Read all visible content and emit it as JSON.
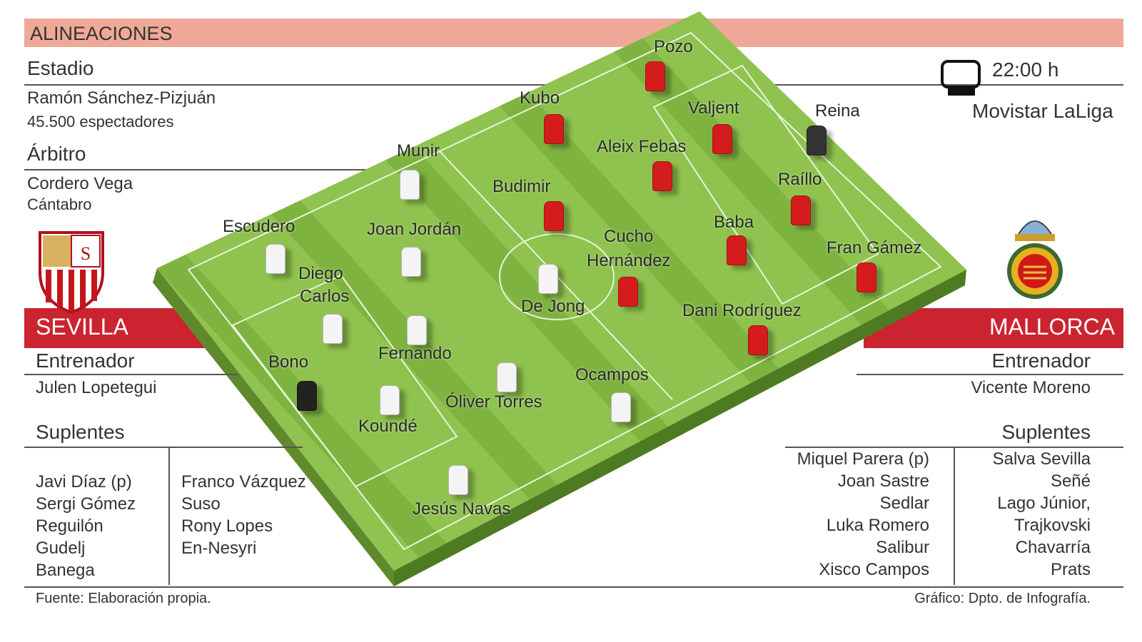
{
  "title": "ALINEACIONES",
  "estadio": {
    "label": "Estadio",
    "name": "Ramón Sánchez-Pizjuán",
    "capacity": "45.500 espectadores"
  },
  "arbitro": {
    "label": "Árbitro",
    "name": "Cordero Vega",
    "region": "Cántabro"
  },
  "broadcast": {
    "time": "22:00 h",
    "channel": "Movistar LaLiga",
    "icon": "tv-icon"
  },
  "home": {
    "name": "SEVILLA",
    "coach_label": "Entrenador",
    "coach": "Julen Lopetegui",
    "subs_label": "Suplentes",
    "subs_col1": [
      "Javi Díaz (p)",
      "Sergi Gómez",
      "Reguilón",
      "Gudelj",
      "Banega"
    ],
    "subs_col2": [
      "Franco Vázquez",
      "Suso",
      "Rony Lopes",
      "En-Nesyri"
    ],
    "color": "#cc2330",
    "shirt_color": "#ffffff",
    "crest": "sevilla-crest",
    "players": [
      "Escudero",
      "Munir",
      "Joan Jordán",
      "Diego Carlos",
      "De Jong",
      "Fernando",
      "Bono",
      "Koundé",
      "Óliver Torres",
      "Ocampos",
      "Jesús Navas"
    ]
  },
  "away": {
    "name": "MALLORCA",
    "coach_label": "Entrenador",
    "coach": "Vicente Moreno",
    "subs_label": "Suplentes",
    "subs_col1": [
      "Miquel Parera (p)",
      "Joan Sastre",
      "Sedlar",
      "Luka Romero",
      "Salibur",
      "Xisco Campos"
    ],
    "subs_col2": [
      "Salva Sevilla",
      "Señé",
      "Lago Júnior,",
      "Trajkovski",
      "Chavarría",
      "Prats"
    ],
    "color": "#cc2330",
    "shirt_color": "#d41c1c",
    "crest": "mallorca-crest",
    "players": [
      "Pozo",
      "Kubo",
      "Valjent",
      "Reina",
      "Aleix Febas",
      "Budimir",
      "Raíllo",
      "Baba",
      "Fran Gámez",
      "Dani Rodríguez"
    ],
    "cucho": [
      "Cucho",
      "Hernández"
    ]
  },
  "home_diego": [
    "Diego",
    "Carlos"
  ],
  "footer": {
    "source": "Fuente: Elaboración propia.",
    "credit": "Gráfico: Dpto. de Infografía."
  },
  "colors": {
    "pitch_light": "#9ccc5a",
    "pitch_dark": "#86b947",
    "title_bar": "#f0a898"
  }
}
